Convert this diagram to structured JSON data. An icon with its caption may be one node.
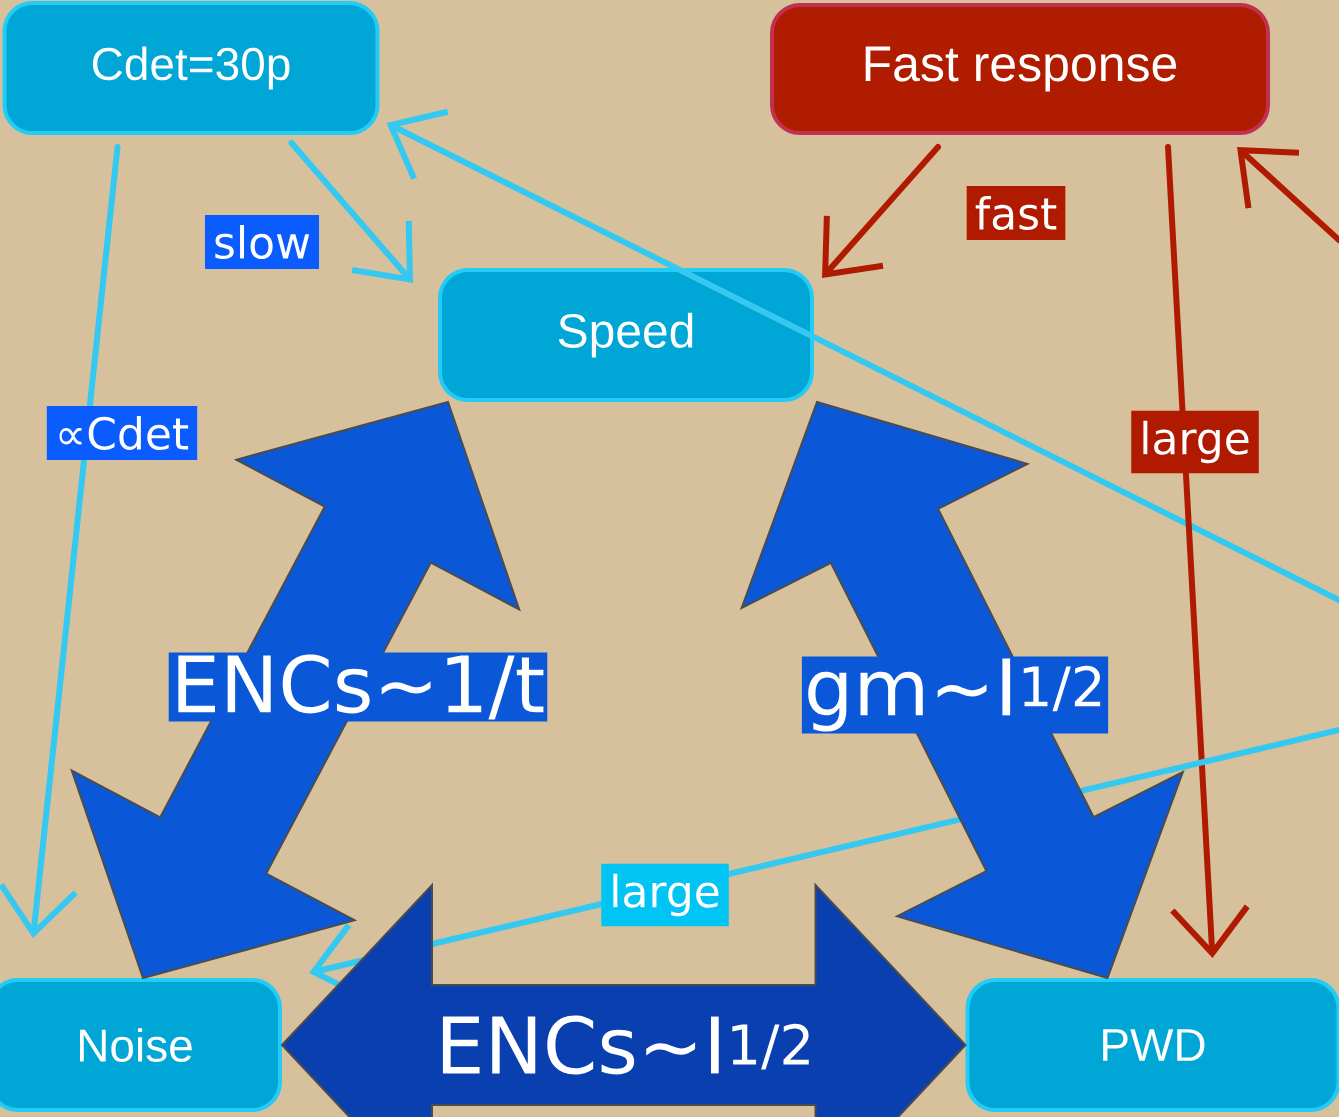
{
  "diagram": {
    "nodes": [
      {
        "text": [
          "Cdet=30p"
        ]
      },
      {
        "text": [
          "Fast response"
        ]
      },
      {
        "text": [
          "Speed"
        ]
      },
      {
        "text": [
          "Noise"
        ]
      },
      {
        "text": [
          "PWD"
        ]
      }
    ],
    "edges": [
      {
        "from": 0,
        "to": 3,
        "arrow": "to",
        "label": "∝Cdet"
      },
      {
        "from": 0,
        "to": 2,
        "arrow": "to",
        "label": "slow"
      },
      {
        "from": null,
        "to": 0,
        "arrow": "to"
      },
      {
        "from": 1,
        "to": 2,
        "arrow": "to",
        "label": "fast",
        "color": "#b01a00"
      },
      {
        "from": 1,
        "to": 4,
        "arrow": "to",
        "label": "large",
        "color": "#b01a00"
      },
      {
        "from": null,
        "to": 1,
        "arrow": "to",
        "color": "#b01a00"
      },
      {
        "from": null,
        "to": 3,
        "arrow": "to",
        "label": "large"
      },
      {
        "from": 2,
        "to": 3,
        "arrow": "both",
        "label": "ENCs~1/t",
        "style": "thick",
        "color": "#0a58d8"
      },
      {
        "from": 2,
        "to": 4,
        "arrow": "both",
        "label": "gm~I$^{1/2}$",
        "style": "thick",
        "color": "#0a58d8"
      },
      {
        "from": 3,
        "to": 4,
        "arrow": "both",
        "label": "ENCs~I$^{1/2}$",
        "style": "thick",
        "color": "#0a3fb0"
      }
    ]
  }
}
